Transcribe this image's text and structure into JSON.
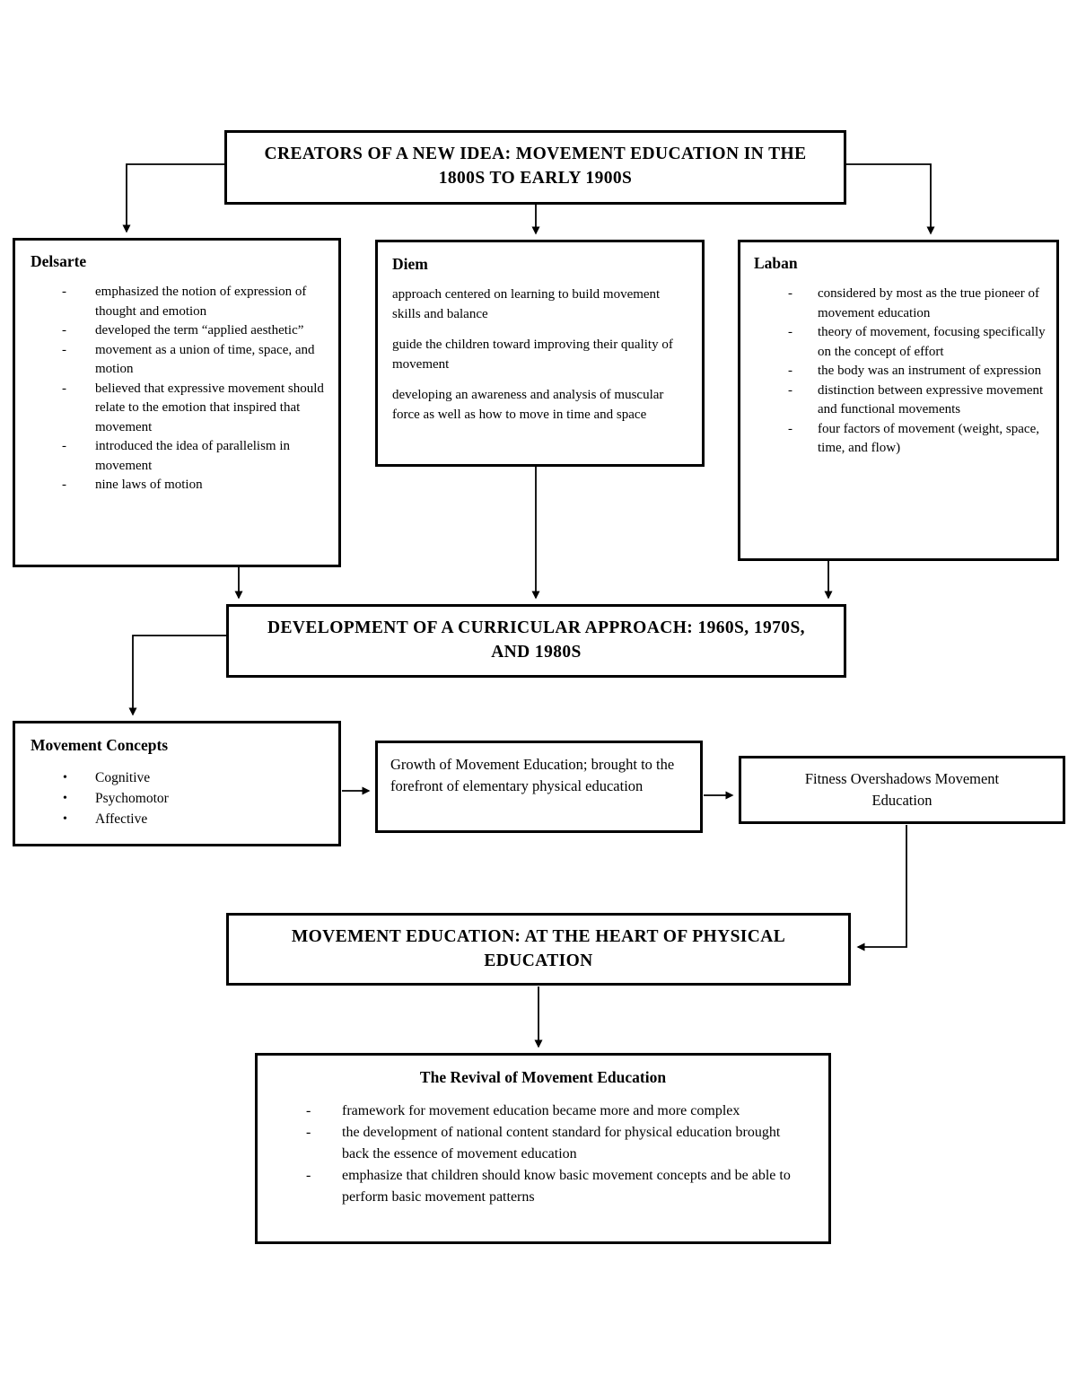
{
  "markers": {
    "dash": "-",
    "bullet": "•"
  },
  "colors": {
    "line": "#000000",
    "background": "#ffffff"
  },
  "boxes": {
    "creators": {
      "title": "CREATORS OF A NEW IDEA: MOVEMENT EDUCATION IN THE 1800S TO EARLY 1900S"
    },
    "delsarte": {
      "title": "Delsarte",
      "items": [
        "emphasized the notion of expression of thought and emotion",
        "developed the term “applied aesthetic”",
        "movement as a union of time, space, and motion",
        "believed that expressive movement should relate to the emotion that inspired that movement",
        "introduced the idea of parallelism in movement",
        "nine laws of motion"
      ]
    },
    "diem": {
      "title": "Diem",
      "paragraphs": [
        "approach centered on learning to build movement skills and balance",
        "guide the children toward improving their quality of movement",
        "developing an awareness and analysis of muscular force as well as how to move in time and space"
      ]
    },
    "laban": {
      "title": "Laban",
      "items": [
        "considered by most as the true pioneer of movement education",
        "theory of movement, focusing specifically on the concept of effort",
        "the body was an instrument of expression",
        "distinction between expressive movement and functional movements",
        "four factors of movement (weight, space, time, and flow)"
      ]
    },
    "development": {
      "title": "DEVELOPMENT OF A CURRICULAR APPROACH: 1960S, 1970S, AND 1980S"
    },
    "concepts": {
      "title": "Movement Concepts",
      "items": [
        "Cognitive",
        "Psychomotor",
        "Affective"
      ]
    },
    "growth": {
      "text": "Growth of Movement Education; brought to the forefront of elementary physical education"
    },
    "fitness": {
      "text": "Fitness Overshadows Movement Education"
    },
    "heart": {
      "title": "MOVEMENT EDUCATION: AT THE HEART OF PHYSICAL EDUCATION"
    },
    "revival": {
      "title": "The Revival of Movement Education",
      "items": [
        "framework for movement education became more and more complex",
        "the development of national content standard for physical education brought back the essence of movement education",
        "emphasize that children should know basic movement concepts and be able to perform basic movement patterns"
      ]
    }
  }
}
